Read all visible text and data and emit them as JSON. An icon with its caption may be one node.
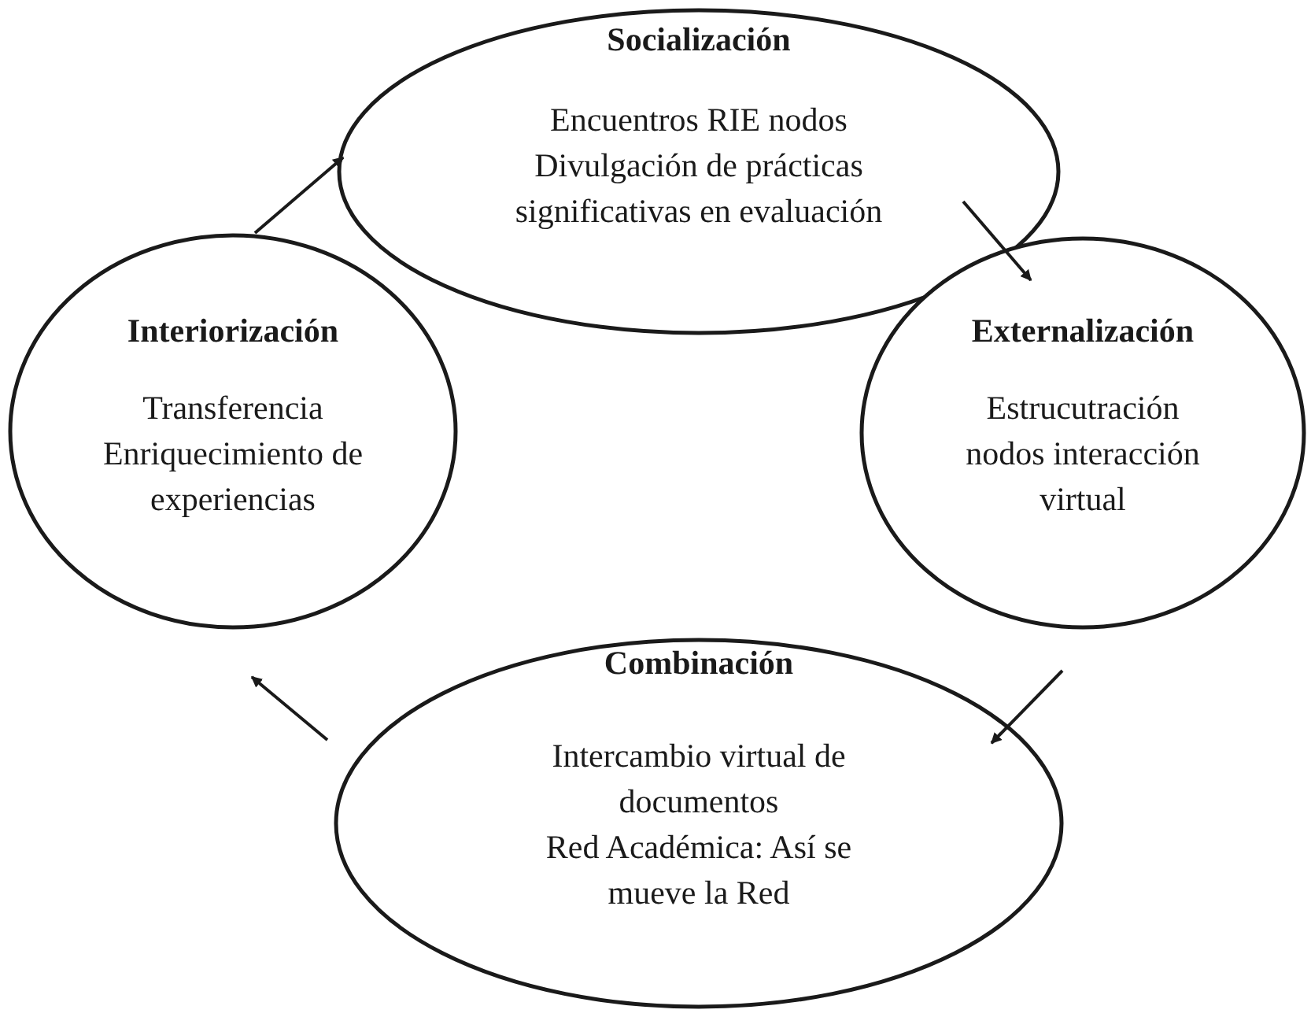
{
  "diagram": {
    "nodes": [
      {
        "text": [
          "Socialización",
          "Encuentros RIE nodos",
          "Divulgación de prácticas significativas en evaluación"
        ]
      },
      {
        "text": [
          "Interiorización",
          "Transferencia",
          "Enriquecimiento de experiencias"
        ]
      },
      {
        "text": [
          "Externalización",
          "Estrucutración nodos interacción virtual"
        ]
      },
      {
        "text": [
          "Combinación",
          "Intercambio virtual de documentos",
          "Red Académica: Así se mueve la Red"
        ]
      }
    ],
    "edges": [
      {
        "from": 1,
        "to": 0,
        "arrow": "to"
      },
      {
        "from": 0,
        "to": 2,
        "arrow": "to"
      },
      {
        "from": 2,
        "to": 3,
        "arrow": "to"
      },
      {
        "from": 3,
        "to": 1,
        "arrow": "to"
      }
    ]
  }
}
